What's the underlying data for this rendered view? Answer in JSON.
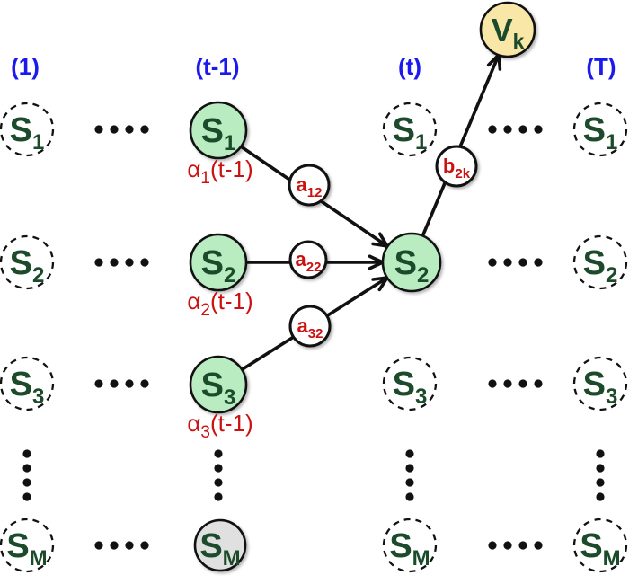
{
  "colors": {
    "state_active_fill": "#b9ecc1",
    "state_visited_fill": "#e0e0e0",
    "observation_fill": "#f8e7a7",
    "state_text": "#1c4b2b",
    "label_red": "#cc1111",
    "header_blue": "#1a1aee",
    "stroke": "#111111"
  },
  "headers": {
    "col1": "(1)",
    "col2": "(t-1)",
    "col3": "(t)",
    "col4": "(T)"
  },
  "observation": {
    "main": "V",
    "sub": "k"
  },
  "states": {
    "s1": {
      "main": "S",
      "sub": "1"
    },
    "s2": {
      "main": "S",
      "sub": "2"
    },
    "s3": {
      "main": "S",
      "sub": "3"
    },
    "sM": {
      "main": "S",
      "sub": "M"
    }
  },
  "alpha_labels": {
    "a1": {
      "pre": "α",
      "sub": "1",
      "post": "(t-1)"
    },
    "a2": {
      "pre": "α",
      "sub": "2",
      "post": "(t-1)"
    },
    "a3": {
      "pre": "α",
      "sub": "3",
      "post": "(t-1)"
    }
  },
  "transition_labels": {
    "a12": {
      "main": "a",
      "sub": "12"
    },
    "a22": {
      "main": "a",
      "sub": "22"
    },
    "a32": {
      "main": "a",
      "sub": "32"
    },
    "b2k": {
      "main": "b",
      "sub": "2k"
    }
  }
}
